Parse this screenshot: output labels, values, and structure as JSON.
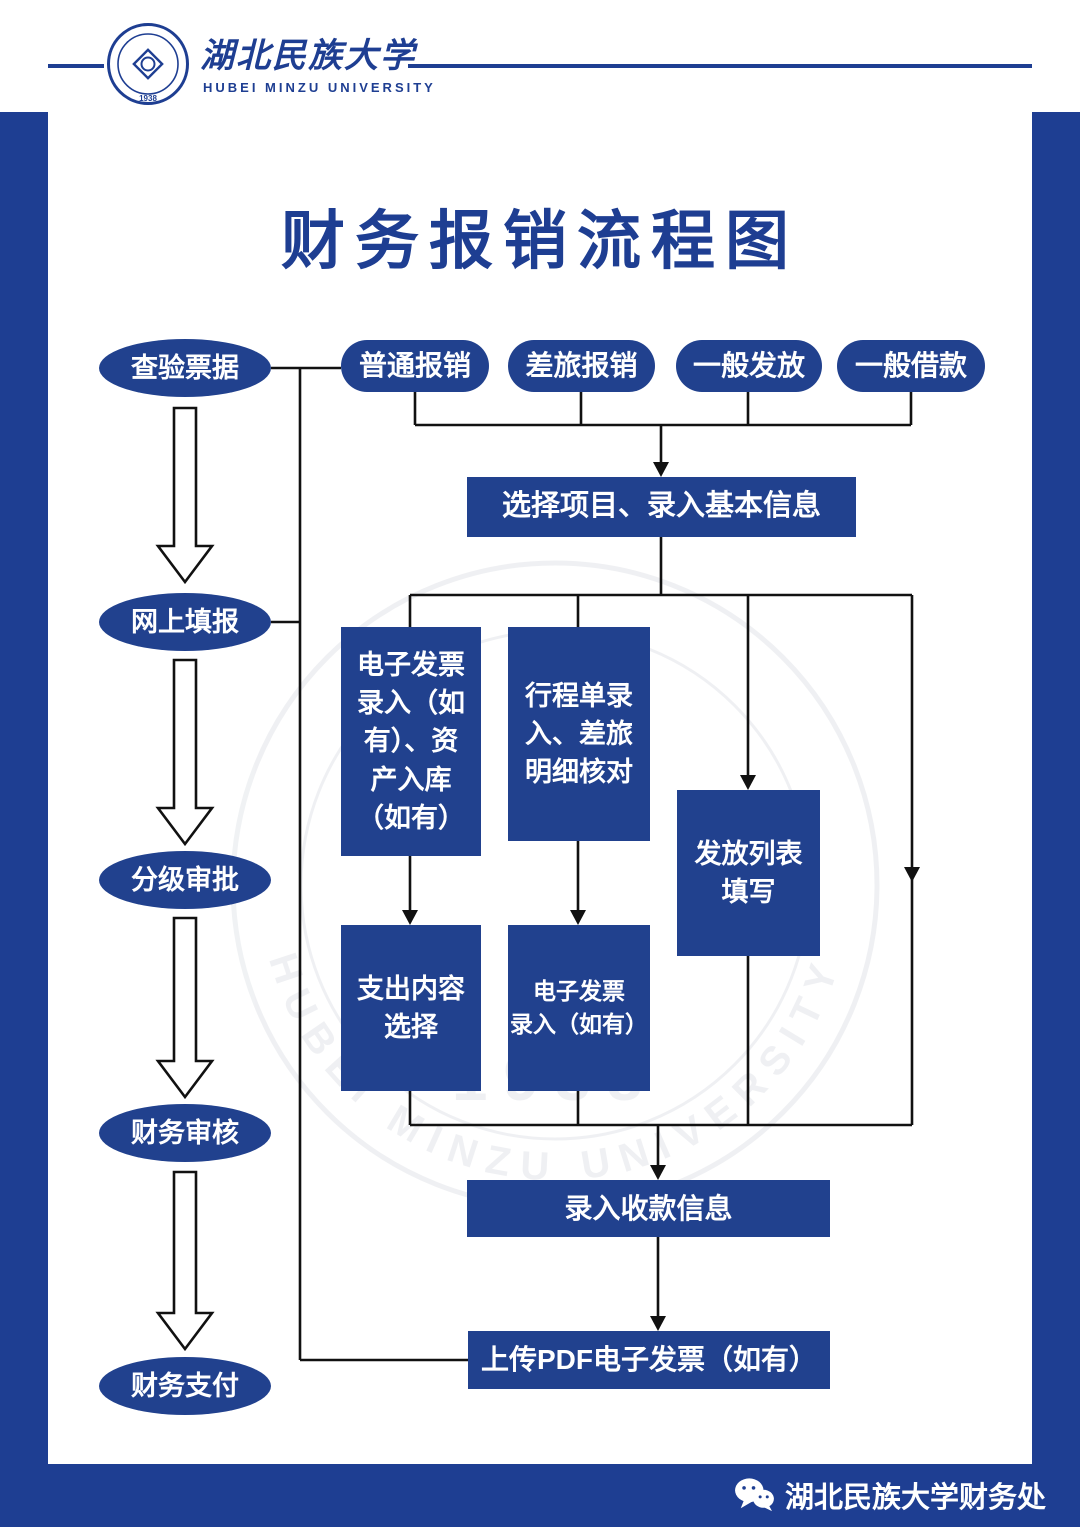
{
  "colors": {
    "accent": "#1e3e92",
    "node": "#21418e",
    "line": "#111111"
  },
  "header": {
    "name_zh": "湖北民族大学",
    "name_en": "HUBEI MINZU UNIVERSITY",
    "seal_year": "1938"
  },
  "title": "财务报销流程图",
  "watermark": {
    "ring_text": "HUBEI MINZU UNIVERSITY",
    "year": "1938"
  },
  "flow": {
    "stages": [
      "查验票据",
      "网上填报",
      "分级审批",
      "财务审核",
      "财务支付"
    ],
    "entry_types": [
      "普通报销",
      "差旅报销",
      "一般发放",
      "一般借款"
    ],
    "nodes": {
      "select_project": "选择项目、录入基本信息",
      "einvoice_asset": "电子发票\n录入（如\n有）、资\n产入库\n（如有）",
      "itinerary": "行程单录\n入、差旅\n明细核对",
      "grant_list": "发放列表\n填写",
      "expense_select": "支出内容\n选择",
      "einvoice_entry": "电子发票\n录入（如有）",
      "payee_info": "录入收款信息",
      "upload_pdf": "上传PDF电子发票（如有）"
    }
  },
  "footer": {
    "label": "湖北民族大学财务处"
  }
}
